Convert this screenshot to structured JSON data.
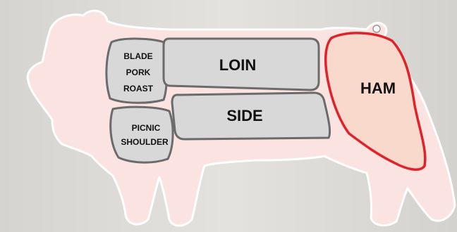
{
  "diagram": {
    "background_color": "#dcdad6",
    "body_fill": "#fbe3e1",
    "body_outline": "#ffffff",
    "cut_fill": "#d8d8d8",
    "cut_outline": "#6b6b6b",
    "highlight_fill": "#f9d9cc",
    "highlight_outline": "#e0222a",
    "cuts": [
      {
        "id": "blade",
        "lines": [
          "BLADE",
          "PORK",
          "ROAST"
        ],
        "highlighted": false
      },
      {
        "id": "loin",
        "lines": [
          "LOIN"
        ],
        "highlighted": false
      },
      {
        "id": "picnic",
        "lines": [
          "PICNIC",
          "SHOULDER"
        ],
        "highlighted": false
      },
      {
        "id": "side",
        "lines": [
          "SIDE"
        ],
        "highlighted": false
      },
      {
        "id": "ham",
        "lines": [
          "HAM"
        ],
        "highlighted": true
      }
    ]
  }
}
